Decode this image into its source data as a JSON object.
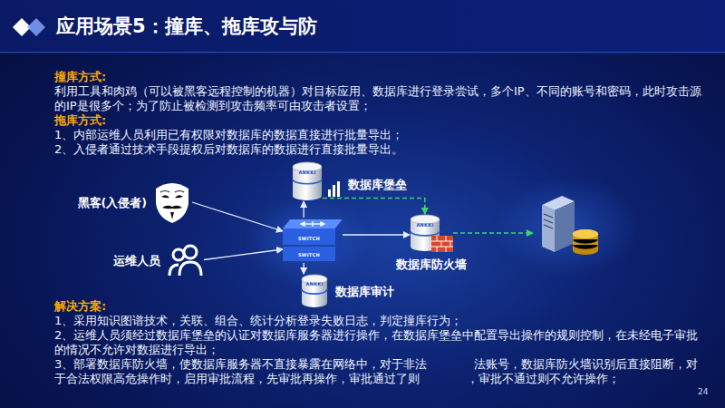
{
  "diagram": {
    "title": "应用场景5：撞库、拖库攻与防",
    "nodes": [
      {
        "text": [
          "黑客(入侵者)"
        ]
      },
      {
        "text": [
          "运维人员"
        ]
      },
      {
        "text": [
          "SWITCH",
          "SWITCH"
        ]
      },
      {
        "text": [
          "ANKKI",
          "数据库堡垒"
        ]
      },
      {
        "text": [
          "ANKKI",
          "数据库审计"
        ]
      },
      {
        "text": [
          "ANKKI",
          "数据库防火墙"
        ]
      },
      {
        "text": []
      }
    ],
    "edges": [
      {
        "from": 0,
        "to": 2,
        "arrow": "to"
      },
      {
        "from": 1,
        "to": 2,
        "arrow": "to"
      },
      {
        "from": 2,
        "to": 3,
        "arrow": "to"
      },
      {
        "from": 3,
        "to": 5,
        "arrow": "to"
      },
      {
        "from": 2,
        "to": 5,
        "arrow": "to"
      },
      {
        "from": 2,
        "to": 4,
        "arrow": "to"
      },
      {
        "from": 5,
        "to": 6,
        "arrow": "to"
      }
    ],
    "labels": [
      "撞库方式:",
      "利用工具和肉鸡（可以被黑客远程控制的机器）对目标应用、数据库进行登录尝试，多个IP、不同的账号和密码，此时攻击源的IP是很多个；为了防止被检测到攻击频率可由攻击者设置；",
      "拖库方式:",
      "1、内部运维人员利用已有权限对数据库的数据直接进行批量导出；",
      "2、入侵者通过技术手段提权后对数据库的数据进行直接批量导出。",
      "解决方案:",
      "1、采用知识图谱技术，关联、组合、统计分析登录失败日志，判定撞库行为；",
      "2、运维人员须经过数据库堡垒的认证对数据库服务器进行操作，在数据库堡垒中配置导出操作的规则控制，在未经电子审批的情况不允许对数据进行导出；",
      "3、部署数据库防火墙，使数据库服务器不直接暴露在网络中，对于非法　　　　法账号，数据库防火墙识别后直接阻断，对于合法权限高危操作时，启用审批流程，先审批再操作，审批通过了则　　　　，审批不通过则不允许操作；",
      "24"
    ]
  }
}
